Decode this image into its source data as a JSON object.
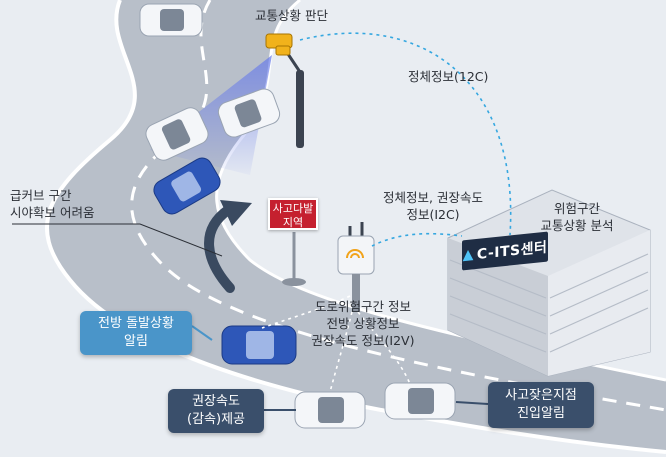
{
  "labels": {
    "traffic_judgement": "교통상황 판단",
    "congestion_i2c_top": "정체정보(12C)",
    "sharp_curve_line1": "급커브 구간",
    "sharp_curve_line2": "시야확보 어려움",
    "congestion_speed_line1": "정체정보, 권장속도",
    "congestion_speed_line2": "정보(I2C)",
    "danger_zone_line1": "위험구간",
    "danger_zone_line2": "교통상황 분석",
    "i2v_line1": "도로위험구간 정보",
    "i2v_line2": "전방 상황정보",
    "i2v_line3": "권장속도 정보(I2V)"
  },
  "sign": {
    "line1": "사고다발",
    "line2": "지역"
  },
  "center": {
    "name": "C-ITS센터"
  },
  "callouts": {
    "front_alert_line1": "전방 돌발상황",
    "front_alert_line2": "알림",
    "speed_line1": "권장속도",
    "speed_line2": "(감속)제공",
    "accident_line1": "사고잦은지점",
    "accident_line2": "진입알림"
  },
  "colors": {
    "road": "#b8bfc9",
    "callout_light": "#4a95c9",
    "callout_dark": "#3a4f6b",
    "sign_red": "#c5202f",
    "link_blue": "#35a7e0"
  }
}
